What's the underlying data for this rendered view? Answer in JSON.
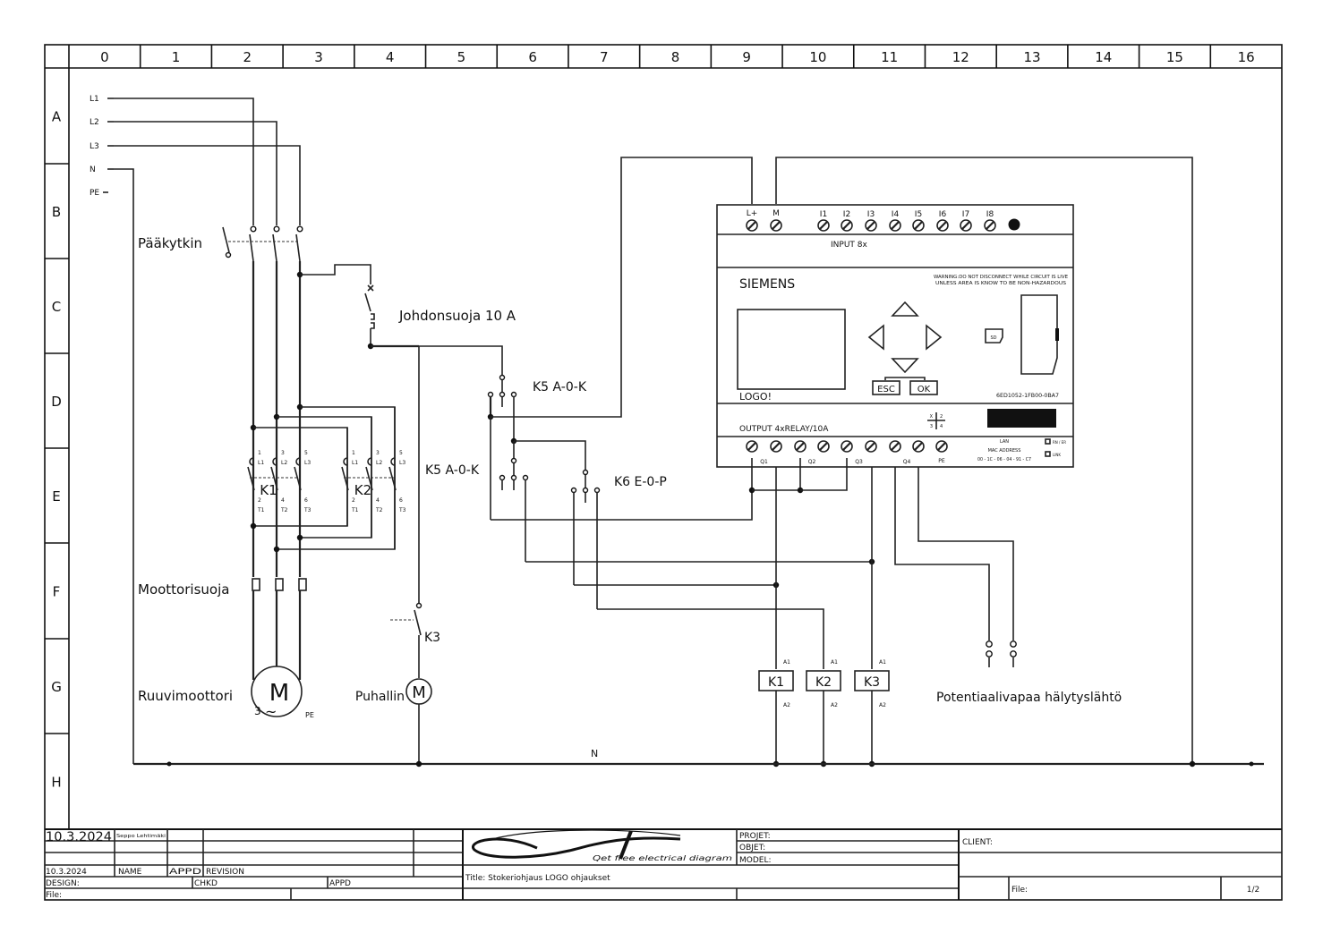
{
  "frame": {
    "columns": [
      "0",
      "1",
      "2",
      "3",
      "4",
      "5",
      "6",
      "7",
      "8",
      "9",
      "10",
      "11",
      "12",
      "13",
      "14",
      "15",
      "16"
    ],
    "rows": [
      "A",
      "B",
      "C",
      "D",
      "E",
      "F",
      "G",
      "H"
    ]
  },
  "supply": {
    "lines": [
      "L1",
      "L2",
      "L3",
      "N",
      "PE"
    ]
  },
  "labels": {
    "main_switch": "Pääkytkin",
    "breaker": "Johdonsuoja 10 A",
    "k5_top": "K5   A-0-K",
    "k5_mid": "K5 A-0-K",
    "k6": "K6  E-0-P",
    "motor_protection": "Moottorisuoja",
    "screw_motor": "Ruuvimoottori",
    "fan": "Puhallin",
    "k3_contact": "K3",
    "alarm_output": "Potentiaalivapaa hälytyslähtö",
    "neutral_bus": "N"
  },
  "contactors": {
    "k1": "K1",
    "k2": "K2",
    "poles_top": [
      [
        "1",
        "L1"
      ],
      [
        "3",
        "L2"
      ],
      [
        "5",
        "L3"
      ]
    ],
    "poles_bottom": [
      [
        "2",
        "T1"
      ],
      [
        "4",
        "T2"
      ],
      [
        "6",
        "T3"
      ]
    ]
  },
  "motors": {
    "main_symbol": "M",
    "main_phase": "3",
    "main_tilde": "~",
    "main_pe": "PE",
    "fan_symbol": "M"
  },
  "coils": [
    {
      "name": "K1",
      "a1": "A1",
      "a2": "A2"
    },
    {
      "name": "K2",
      "a1": "A1",
      "a2": "A2"
    },
    {
      "name": "K3",
      "a1": "A1",
      "a2": "A2"
    }
  ],
  "plc": {
    "power_terminals": [
      "L+",
      "M"
    ],
    "inputs": [
      "I1",
      "I2",
      "I3",
      "I4",
      "I5",
      "I6",
      "I7",
      "I8"
    ],
    "input_label": "INPUT 8x",
    "brand": "SIEMENS",
    "warning_line1": "WARNING:DO NOT DISCONNECT WHILE CIRCUIT IS LIVE",
    "warning_line2": "UNLESS AREA IS KNOW TO BE NON-HAZARDOUS",
    "model_name": "LOGO!",
    "esc": "ESC",
    "ok": "OK",
    "sd": "SD",
    "part_number": "6ED1052-1FB00-0BA7",
    "output_label": "OUTPUT 4xRELAY/10A",
    "outputs": [
      "Q1",
      "Q2",
      "Q3",
      "Q4"
    ],
    "pe": "PE",
    "x_labels": [
      "X",
      "2",
      "3",
      "4"
    ],
    "lan": "LAN",
    "mac_label": "MAC ADDRESS",
    "mac": "00 - 1C - 06 - 04 - 91 - C7",
    "led1": "RN / ER",
    "led2": "LINK"
  },
  "titleblock": {
    "date_large": "10.3.2024",
    "author": "Seppo Lehtimäki",
    "date": "10.3.2024",
    "name": "NAME",
    "appd": "APPD",
    "revision": "REVISION",
    "design": "DESIGN:",
    "chkd": "CHKD",
    "appd2": "APPD",
    "file_left": "File:",
    "logo_text": "Qet free electrical diagram",
    "projet": "PROJET:",
    "objet": "OBJET:",
    "model": "MODEL:",
    "title": "Title: Stokeriohjaus LOGO ohjaukset",
    "client": "CLIENT:",
    "file_right": "File:",
    "page": "1/2"
  }
}
